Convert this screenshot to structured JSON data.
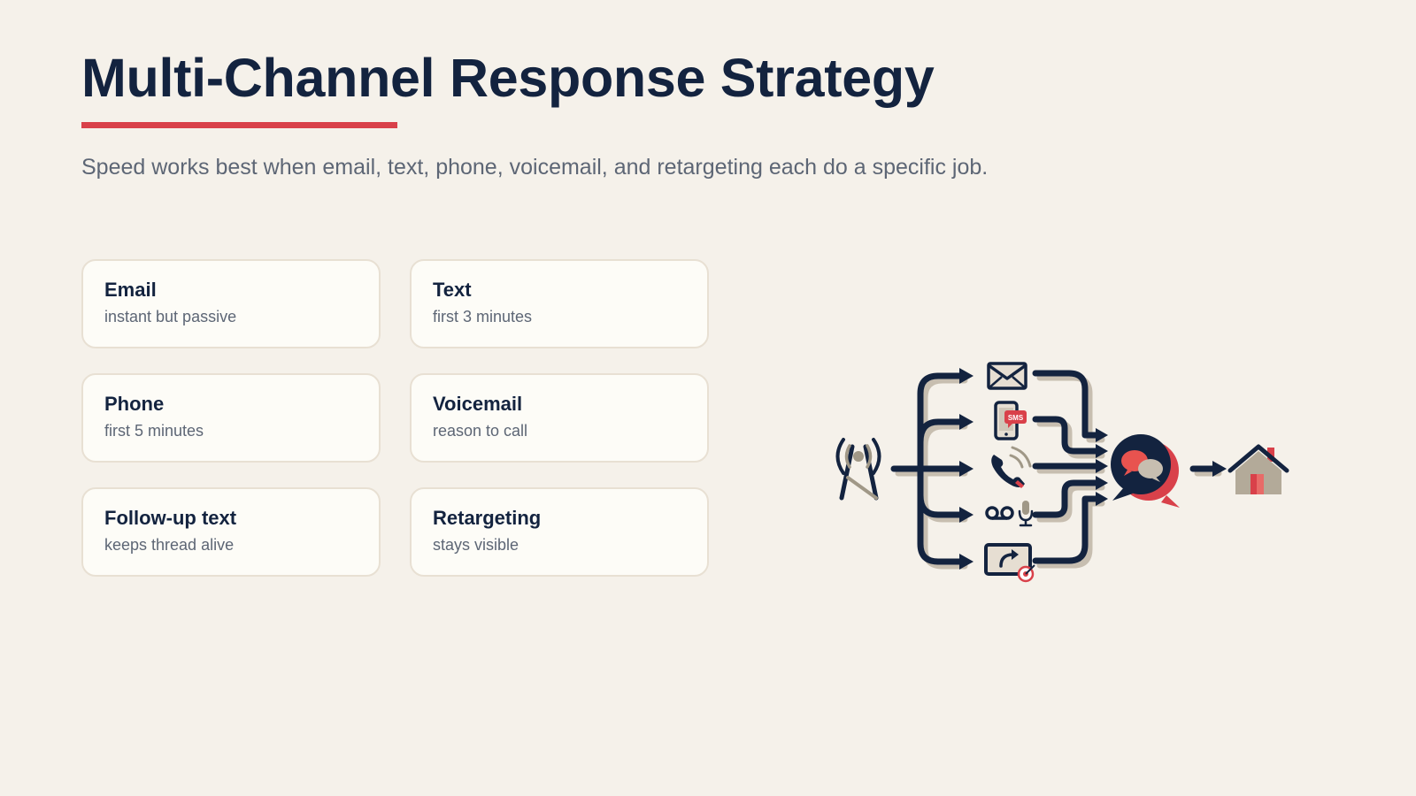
{
  "header": {
    "title": "Multi-Channel Response Strategy",
    "subtitle": "Speed works best when email, text, phone, voicemail, and retargeting each do a specific job."
  },
  "channels": [
    {
      "title": "Email",
      "desc": "instant but passive"
    },
    {
      "title": "Text",
      "desc": "first 3 minutes"
    },
    {
      "title": "Phone",
      "desc": "first 5 minutes"
    },
    {
      "title": "Voicemail",
      "desc": "reason to call"
    },
    {
      "title": "Follow-up text",
      "desc": "keeps thread alive"
    },
    {
      "title": "Retargeting",
      "desc": "stays visible"
    }
  ],
  "diagram": {
    "source_icon": "broadcast-tower-icon",
    "channel_icons": [
      "envelope-icon",
      "sms-phone-icon",
      "phone-call-icon",
      "voicemail-mic-icon",
      "retarget-screen-icon"
    ],
    "sms_badge": "SMS",
    "hub_icon": "chat-bubbles-icon",
    "destination_icon": "house-icon"
  },
  "colors": {
    "background": "#f5f1ea",
    "navy": "#13233f",
    "accent_red": "#d9414a",
    "shadow_tan": "#c7beb0",
    "muted_text": "#5d6675"
  }
}
